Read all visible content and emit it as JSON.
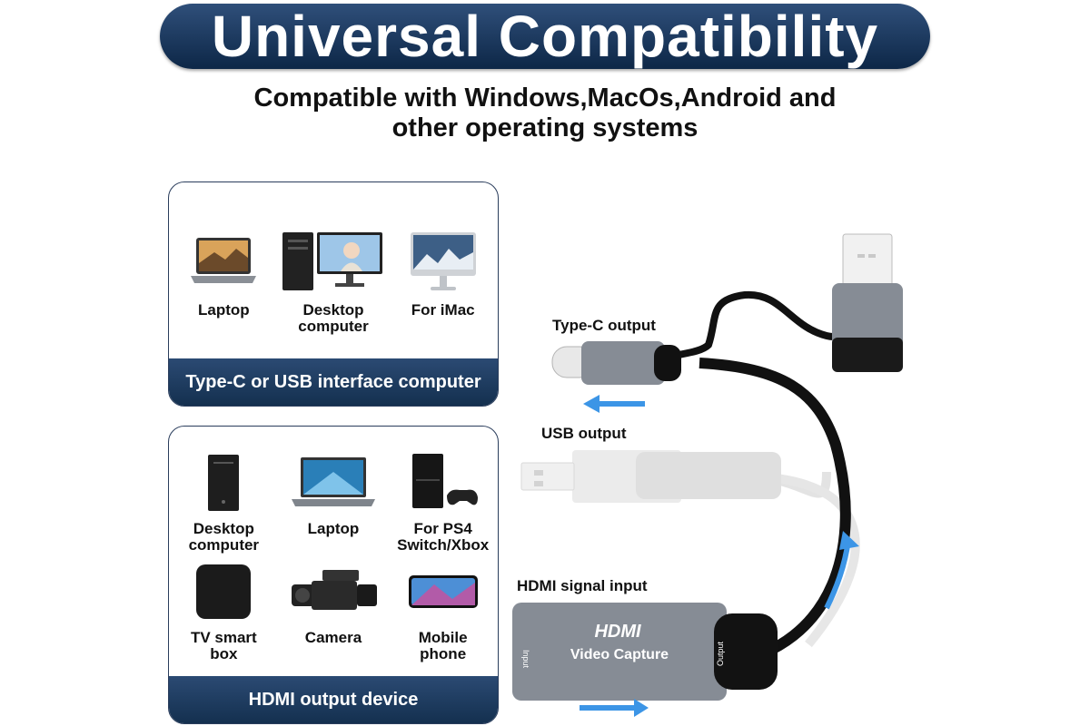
{
  "banner": {
    "title": "Universal Compatibility"
  },
  "subtitle": {
    "line1": "Compatible with Windows,MacOs,Android and",
    "line2": "other operating systems"
  },
  "panel_computers": {
    "footer": "Type-C or USB interface computer",
    "devices": [
      {
        "label": "Laptop",
        "icon": "laptop-icon"
      },
      {
        "label": "Desktop\ncomputer",
        "icon": "desktop-computer-icon"
      },
      {
        "label": "For iMac",
        "icon": "imac-icon"
      }
    ]
  },
  "panel_outputs": {
    "footer": "HDMI output device",
    "devices": [
      {
        "label": "Desktop\ncomputer",
        "icon": "tower-pc-icon"
      },
      {
        "label": "Laptop",
        "icon": "laptop-icon"
      },
      {
        "label": "For PS4\nSwitch/Xbox",
        "icon": "game-console-icon"
      },
      {
        "label": "TV smart\nbox",
        "icon": "tv-box-icon"
      },
      {
        "label": "Camera",
        "icon": "camcorder-icon"
      },
      {
        "label": "Mobile\nphone",
        "icon": "smartphone-icon"
      }
    ]
  },
  "product": {
    "typec_label": "Type-C output",
    "usb_label": "USB output",
    "hdmi_label": "HDMI signal input",
    "logo": "HDMI",
    "device_name": "Video Capture",
    "port_input": "Input",
    "port_output": "Output",
    "colors": {
      "body": "#8d939c",
      "cable": "#111111",
      "arrow": "#3c95e6",
      "faded": "#d9d9d9"
    }
  }
}
